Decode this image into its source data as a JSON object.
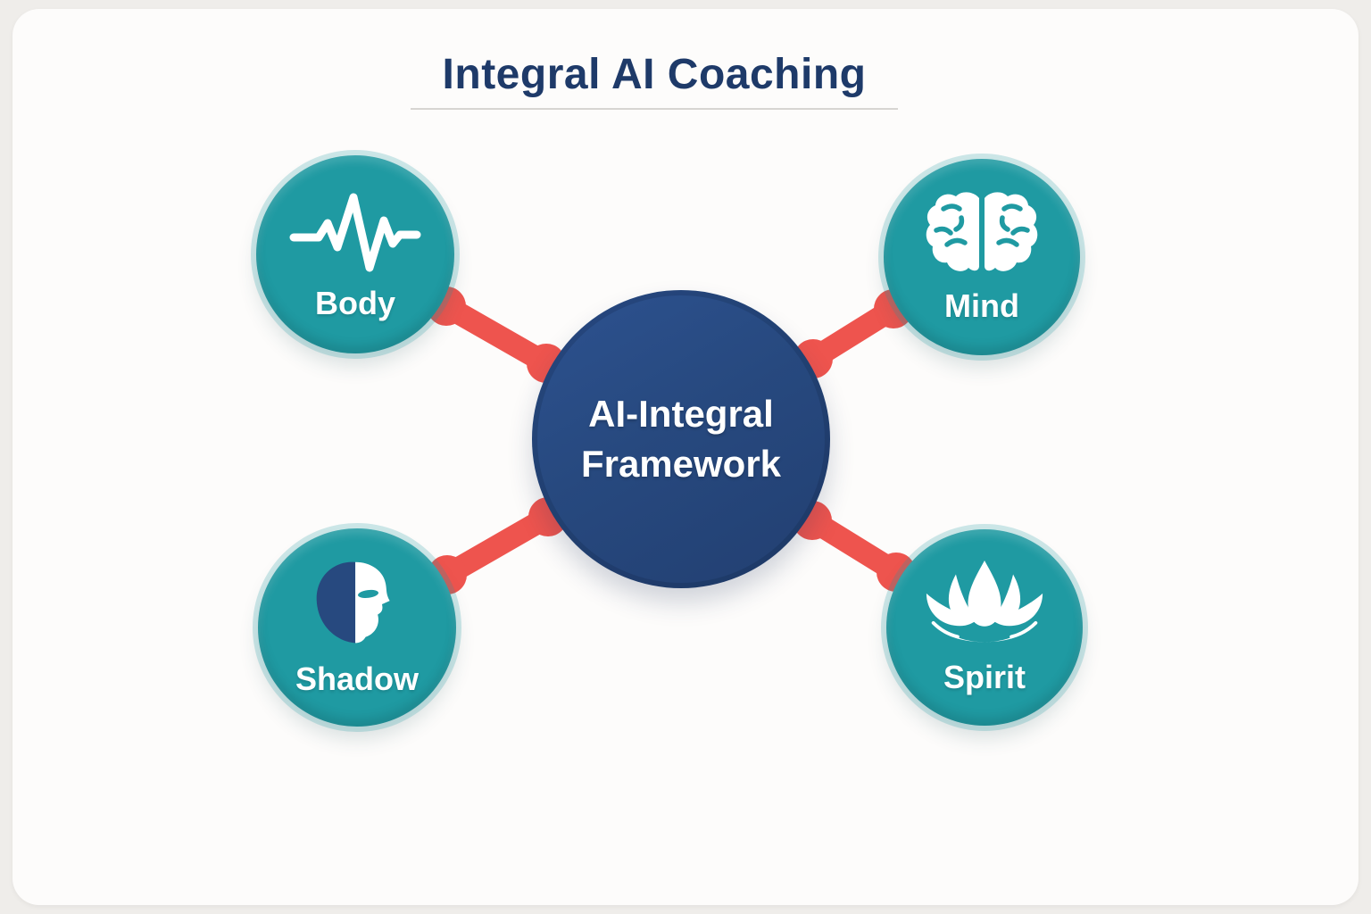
{
  "title": "Integral AI Coaching",
  "center_node": {
    "label_line1": "AI-Integral",
    "label_line2": "Framework"
  },
  "nodes": [
    {
      "id": "body",
      "label": "Body",
      "icon": "heartbeat-pulse-icon",
      "position": "top-left"
    },
    {
      "id": "mind",
      "label": "Mind",
      "icon": "brain-icon",
      "position": "top-right"
    },
    {
      "id": "shadow",
      "label": "Shadow",
      "icon": "face-mask-icon",
      "position": "bottom-left"
    },
    {
      "id": "spirit",
      "label": "Spirit",
      "icon": "lotus-icon",
      "position": "bottom-right"
    }
  ],
  "connectors": [
    {
      "from": "body",
      "to": "center"
    },
    {
      "from": "mind",
      "to": "center"
    },
    {
      "from": "shadow",
      "to": "center"
    },
    {
      "from": "spirit",
      "to": "center"
    }
  ],
  "colors": {
    "background": "#efedea",
    "card": "#fdfcfb",
    "title_text": "#1e3a69",
    "title_underline": "#d7d5d2",
    "satellite_fill": "#1f9aa2",
    "center_fill": "#27497f",
    "connector": "#ee544e",
    "icon_white": "#ffffff",
    "shadow_face_dark": "#27497f"
  }
}
